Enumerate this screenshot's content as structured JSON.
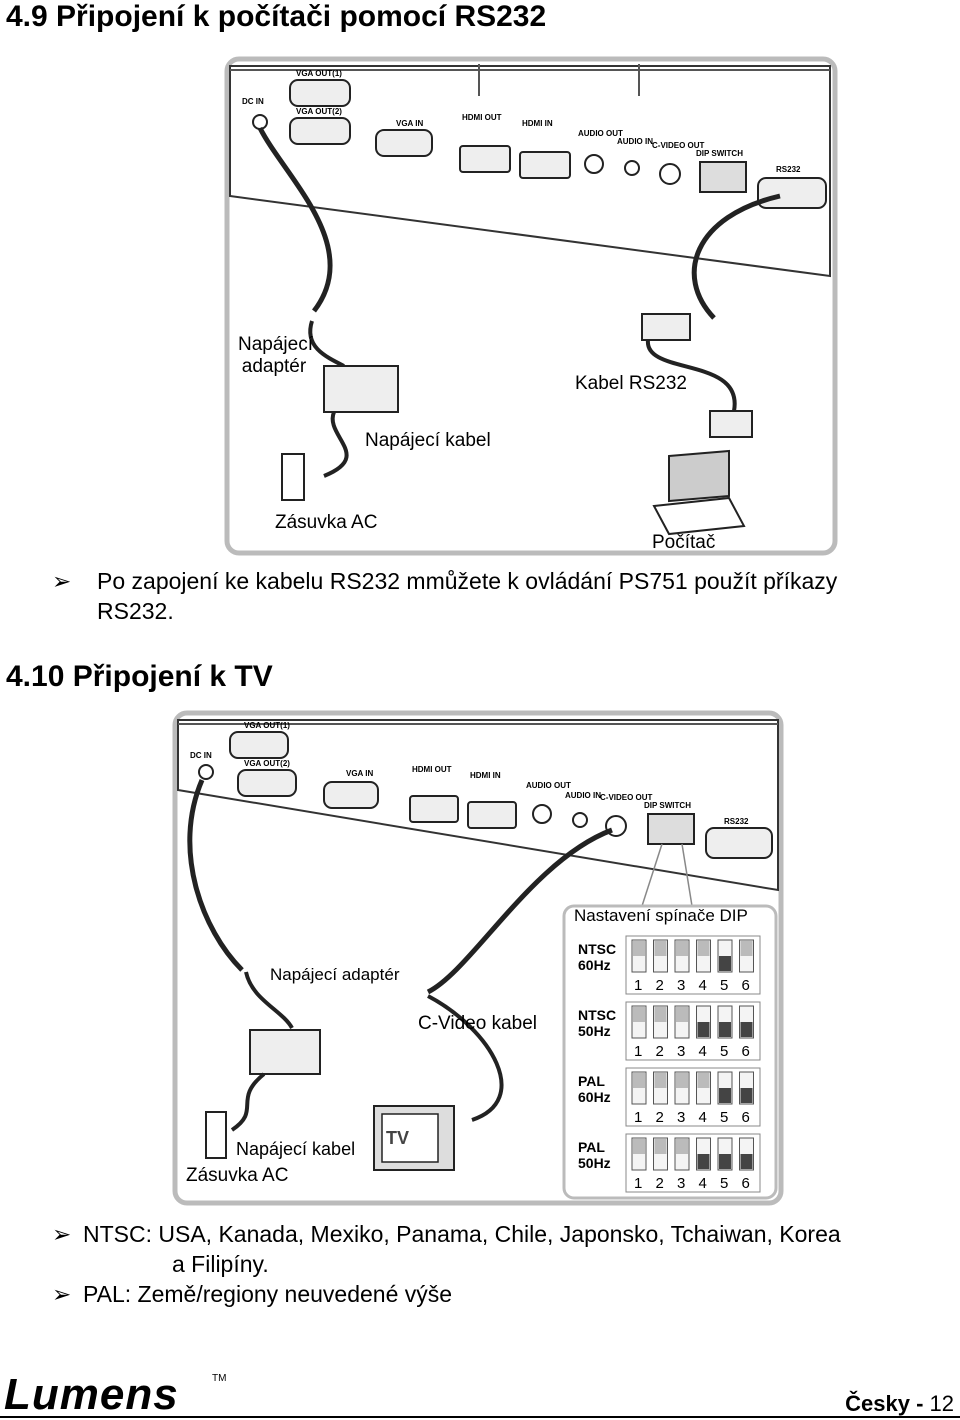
{
  "section1": {
    "heading": "4.9  Připojení k počítači pomocí RS232",
    "ports": {
      "dc_in": "DC IN",
      "vga_out1": "VGA OUT(1)",
      "vga_out2": "VGA OUT(2)",
      "vga_in": "VGA IN",
      "hdmi_out": "HDMI OUT",
      "hdmi_in": "HDMI IN",
      "audio_out": "AUDIO OUT",
      "audio_in": "AUDIO IN",
      "cvideo_out": "C-VIDEO OUT",
      "dip_switch": "DIP SWITCH",
      "rs232": "RS232"
    },
    "labels": {
      "adapter_line1": "Napájecí",
      "adapter_line2": "adaptér",
      "power_cable": "Napájecí kabel",
      "outlet": "Zásuvka AC",
      "rs232_cable": "Kabel RS232",
      "computer": "Počítač"
    },
    "bullet": "Po zapojení ke kabelu RS232 mmůžete k ovládání PS751 použít příkazy",
    "bullet_cont": "RS232."
  },
  "section2": {
    "heading": "4.10  Připojení k TV",
    "labels": {
      "dip_title": "Nastavení spínače DIP",
      "adapter": "Napájecí adaptér",
      "cvideo_cable": "C-Video kabel",
      "power_cable": "Napájecí kabel",
      "outlet": "Zásuvka AC",
      "tv": "TV"
    },
    "dip_settings": [
      {
        "line1": "NTSC",
        "line2": "60Hz",
        "down": [
          5
        ]
      },
      {
        "line1": "NTSC",
        "line2": "50Hz",
        "down": [
          4,
          5,
          6
        ]
      },
      {
        "line1": "PAL",
        "line2": "60Hz",
        "down": [
          5,
          6
        ]
      },
      {
        "line1": "PAL",
        "line2": "50Hz",
        "down": [
          4,
          5,
          6
        ]
      }
    ],
    "dip_numbers": [
      "1",
      "2",
      "3",
      "4",
      "5",
      "6"
    ],
    "bullets": {
      "ntsc": "NTSC: USA, Kanada, Mexiko, Panama, Chile, Japonsko, Tchaiwan, Korea",
      "ntsc_cont": "a Filipíny.",
      "pal": "PAL: Země/regiony neuvedené výše"
    }
  },
  "footer": {
    "logo": "Lumens",
    "tm": "TM",
    "lang": "Česky",
    "sep": " - ",
    "page": "12"
  }
}
